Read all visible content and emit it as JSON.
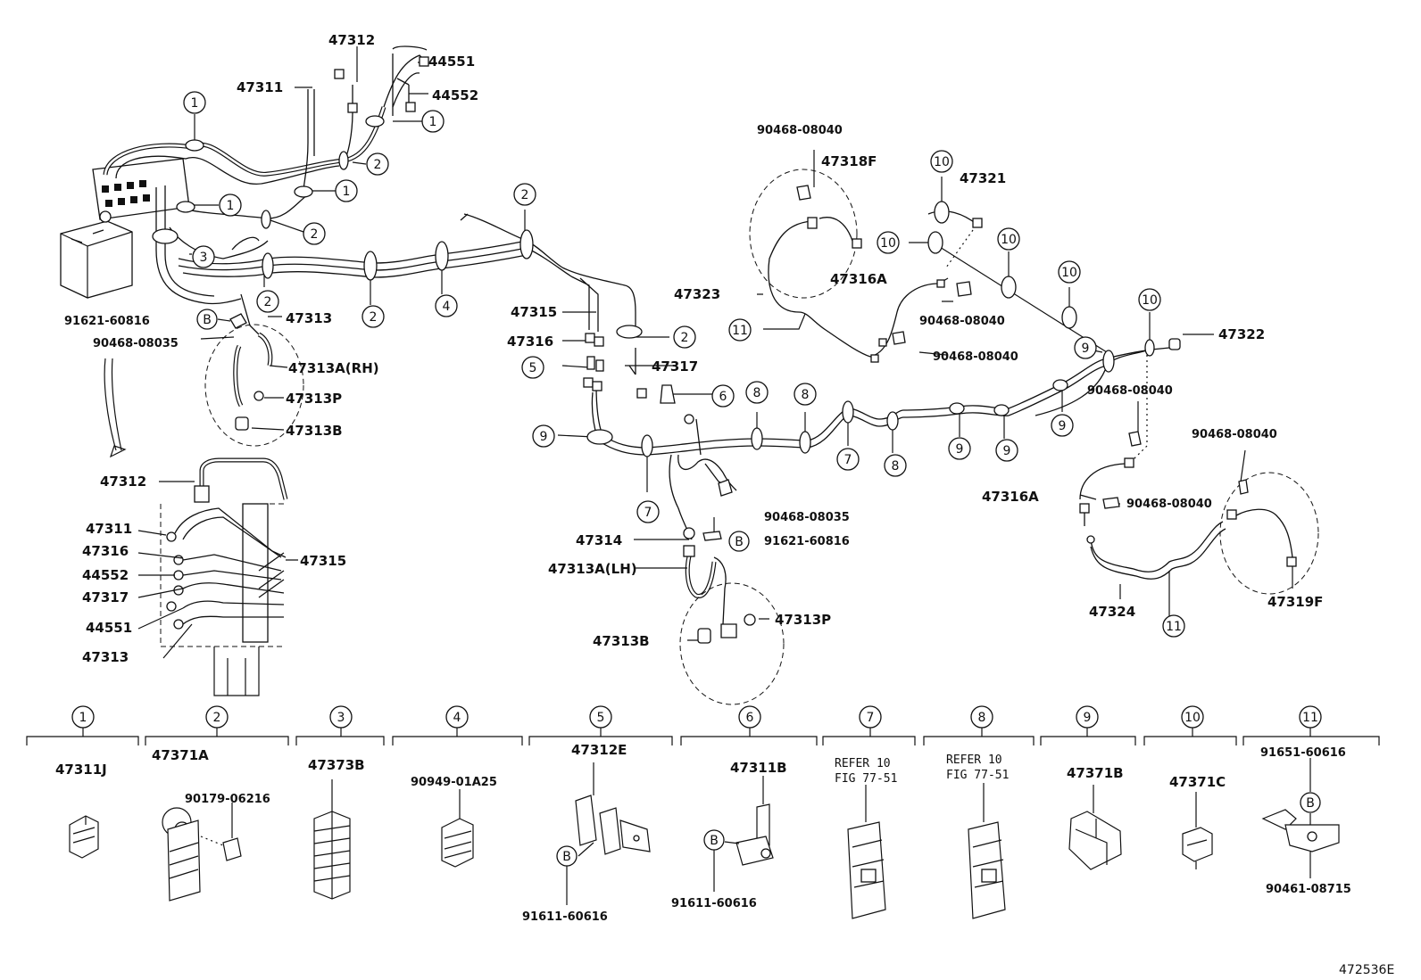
{
  "drawing_id": "472536E",
  "top_labels": {
    "p47312_top": "47312",
    "p44551_top": "44551",
    "p47311_top": "47311",
    "p44552_top": "44552",
    "p90468_08040_a": "90468-08040",
    "p47318F": "47318F",
    "p47321": "47321",
    "p47323": "47323",
    "p47316A_a": "47316A",
    "p90468_08040_b": "90468-08040",
    "p90468_08040_c": "90468-08040",
    "p47322": "47322",
    "p90468_08040_d": "90468-08040",
    "p91621_60816_a": "91621-60816",
    "p47313_top": "47313",
    "p90468_08035_a": "90468-08035",
    "p47313A_RH": "47313A(RH)",
    "p47313P_a": "47313P",
    "p47313B_a": "47313B",
    "p47315_mid": "47315",
    "p47316_mid": "47316",
    "p47317_mid": "47317",
    "p90468_08040_e": "90468-08040",
    "p47316A_b": "47316A",
    "p90468_08040_f": "90468-08040",
    "p47324": "47324",
    "p47319F": "47319F",
    "p90468_08035_b": "90468-08035",
    "p47314": "47314",
    "p91621_60816_b": "91621-60816",
    "p47313A_LH": "47313A(LH)",
    "p47313P_b": "47313P",
    "p47313B_b": "47313B"
  },
  "inset_labels": {
    "p47312": "47312",
    "p47311": "47311",
    "p47316": "47316",
    "p44552": "44552",
    "p47317": "47317",
    "p44551": "44551",
    "p47313": "47313",
    "p47315": "47315"
  },
  "callout_letter": "B",
  "callouts": [
    "1",
    "2",
    "3",
    "4",
    "5",
    "6",
    "7",
    "8",
    "9",
    "10",
    "11"
  ],
  "legend": [
    {
      "num": "1",
      "parts": [
        "47311J"
      ]
    },
    {
      "num": "2",
      "parts": [
        "47371A",
        "90179-06216"
      ]
    },
    {
      "num": "3",
      "parts": [
        "47373B"
      ]
    },
    {
      "num": "4",
      "parts": [
        "90949-01A25"
      ]
    },
    {
      "num": "5",
      "parts": [
        "47312E",
        "91611-60616"
      ]
    },
    {
      "num": "6",
      "parts": [
        "47311B",
        "91611-60616"
      ]
    },
    {
      "num": "7",
      "parts": [
        "REFER 10",
        "FIG 77-51"
      ]
    },
    {
      "num": "8",
      "parts": [
        "REFER 10",
        "FIG 77-51"
      ]
    },
    {
      "num": "9",
      "parts": [
        "47371B"
      ]
    },
    {
      "num": "10",
      "parts": [
        "47371C"
      ]
    },
    {
      "num": "11",
      "parts": [
        "91651-60616",
        "90461-08715"
      ]
    }
  ]
}
